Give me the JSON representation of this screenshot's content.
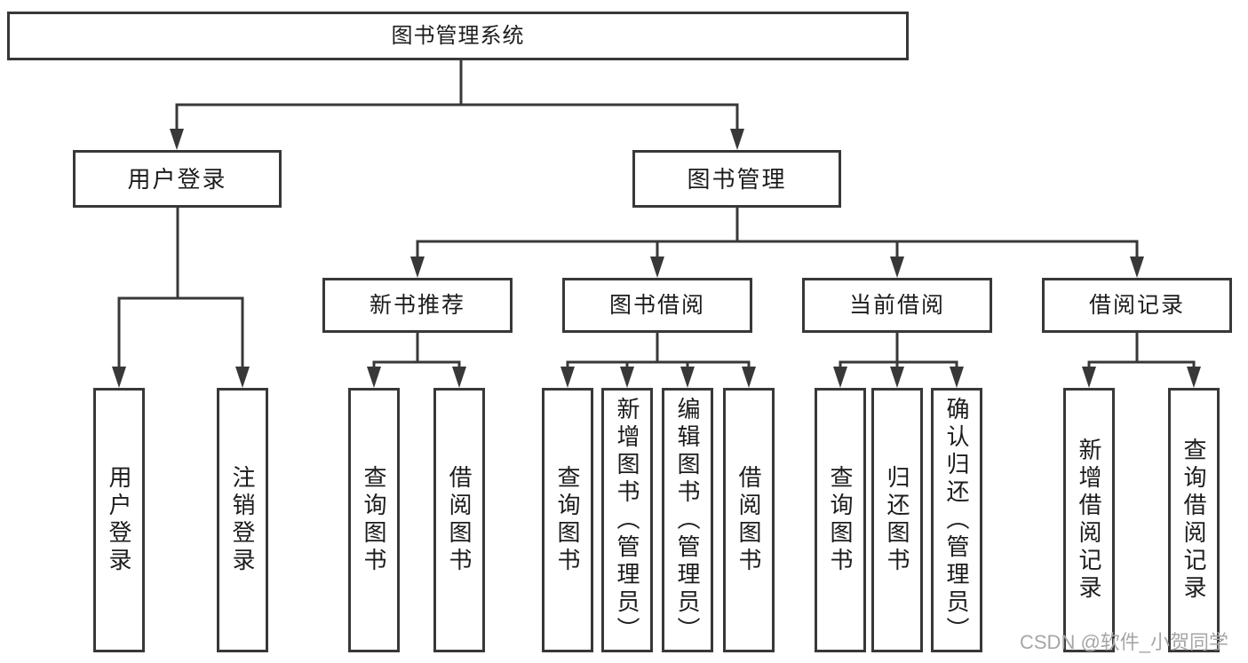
{
  "diagram": {
    "title": "图书管理系统",
    "branches": [
      {
        "label": "用户登录",
        "children": [
          {
            "label": "用户登录"
          },
          {
            "label": "注销登录"
          }
        ]
      },
      {
        "label": "图书管理",
        "children": [
          {
            "label": "新书推荐",
            "children": [
              {
                "label": "查询图书"
              },
              {
                "label": "借阅图书"
              }
            ]
          },
          {
            "label": "图书借阅",
            "children": [
              {
                "label": "查询图书"
              },
              {
                "label": "新增图书（管理员）"
              },
              {
                "label": "编辑图书（管理员）"
              },
              {
                "label": "借阅图书"
              }
            ]
          },
          {
            "label": "当前借阅",
            "children": [
              {
                "label": "查询图书"
              },
              {
                "label": "归还图书"
              },
              {
                "label": "确认归还（管理员）"
              }
            ]
          },
          {
            "label": "借阅记录",
            "children": [
              {
                "label": "新增借阅记录"
              },
              {
                "label": "查询借阅记录"
              }
            ]
          }
        ]
      }
    ]
  },
  "watermark": "CSDN @软件_小贺同学",
  "colors": {
    "line": "#383838",
    "box_border": "#383838",
    "text": "#1c1c1c",
    "watermark": "#a6a6a6",
    "background": "#ffffff"
  }
}
